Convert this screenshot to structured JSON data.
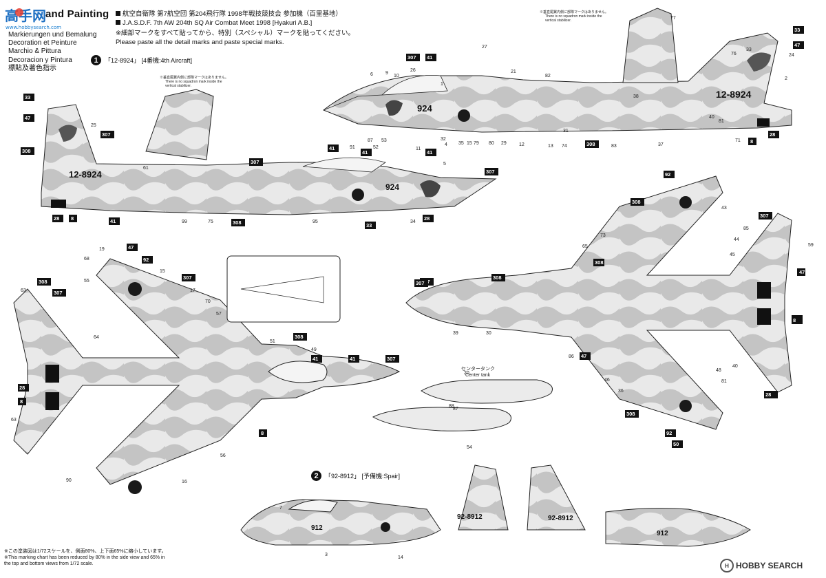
{
  "header": {
    "title": "and Painting",
    "languages": [
      "Markierungen und Bemalung",
      "Decoration et Peinture",
      "Marchio & Pittura",
      "Decoracion y Pintura",
      "標貼及著色指示"
    ],
    "logo_text": "高手网",
    "logo_sub": "www.hobbysearch.com",
    "notes": [
      "航空自衛隊 第7航空団 第204飛行隊 1998年戦技競技会 参加機（百里基地）",
      "J.A.S.D.F. 7th AW 204th SQ Air Combat Meet 1998 [Hyakuri A.B.]",
      "※細部マークをすべて貼ってから、特別（スペシャル）マークを貼ってください。",
      "Please paste all the detail marks and paste special marks."
    ]
  },
  "variant1": {
    "number": "1",
    "label": "「12-8924」 [4番機:4th Aircraft]"
  },
  "variant2": {
    "number": "2",
    "label": "「92-8912」 [予備機:Spair]"
  },
  "squadron_note": {
    "jp": "※垂直尾翼内側に部隊マークはありません。",
    "en1": "There is no squadron mark inside the",
    "en2": "vertical stabilizer."
  },
  "tank": {
    "jp": "センタータンク",
    "en": "Center tank"
  },
  "aircraft_markings": {
    "tail_number": "12-8924",
    "nose_number": "924",
    "spare_tail_number": "92-8912",
    "spare_nose_number": "912",
    "hinomaru_color": "#1a1a1a",
    "camo_light": "#e6e6e6",
    "camo_dark": "#bdbdbd"
  },
  "callouts": {
    "boxed": [
      "307",
      "41",
      "308",
      "33",
      "47",
      "8",
      "28",
      "28",
      "8",
      "41",
      "33",
      "47",
      "307",
      "308",
      "307",
      "41",
      "41",
      "307",
      "308",
      "28",
      "33",
      "47",
      "92",
      "307",
      "308",
      "307",
      "41",
      "41",
      "307",
      "308",
      "8",
      "28",
      "8",
      "28",
      "307",
      "308",
      "47",
      "92",
      "308",
      "307",
      "308",
      "47",
      "8",
      "28",
      "308",
      "307",
      "41",
      "92",
      "50"
    ],
    "numbers": [
      "33",
      "77",
      "76",
      "25",
      "24",
      "2",
      "1",
      "21",
      "27",
      "82",
      "26",
      "4",
      "38",
      "15",
      "35",
      "31",
      "32",
      "40",
      "29",
      "12",
      "13",
      "74",
      "83",
      "37",
      "79",
      "80",
      "71",
      "61",
      "81",
      "99",
      "75",
      "95",
      "34",
      "52",
      "53",
      "87",
      "88",
      "90",
      "91",
      "48",
      "45",
      "9",
      "10",
      "11",
      "5",
      "6",
      "7",
      "19",
      "68",
      "55",
      "15",
      "17",
      "70",
      "57",
      "49",
      "63",
      "44",
      "39",
      "30",
      "63",
      "51",
      "85",
      "86",
      "65",
      "73",
      "59",
      "43",
      "46",
      "36",
      "40",
      "87",
      "81",
      "54",
      "20",
      "64",
      "56",
      "16",
      "14",
      "3"
    ]
  },
  "footnote": {
    "jp": "※この塗装図は1/72スケールを、側面80%、上下面65%に縮小しています。",
    "en1": "※This marking chart has been reduced by 80% in the side view and 65% in",
    "en2": "the top and bottom views from 1/72 scale."
  },
  "watermark": "HOBBY SEARCH"
}
